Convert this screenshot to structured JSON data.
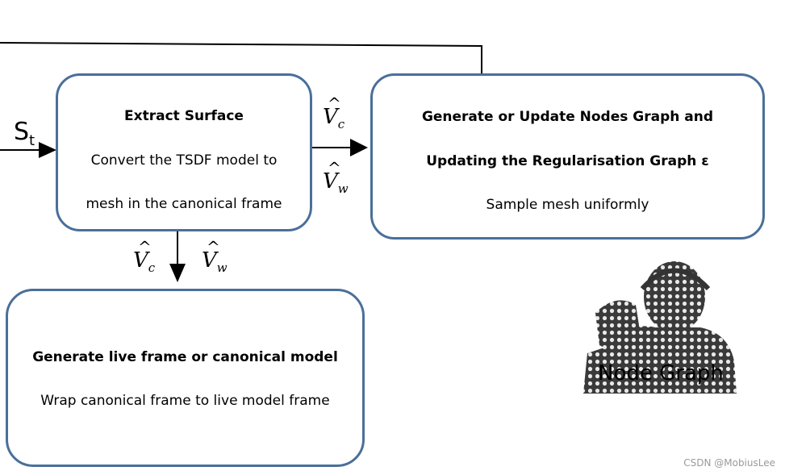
{
  "input_label": {
    "main": "S",
    "sub": "t"
  },
  "boxes": {
    "extract": {
      "title": "Extract Surface",
      "line1": "Convert the TSDF model to",
      "line2": "mesh in the canonical frame"
    },
    "nodes": {
      "title_line1": "Generate or Update Nodes Graph and",
      "title_line2": "Updating the Regularisation Graph ε",
      "line1": "Sample mesh uniformly"
    },
    "live": {
      "title": "Generate live frame or canonical model",
      "line1": "Wrap canonical frame to live model frame"
    }
  },
  "vars": {
    "vc": {
      "base": "V",
      "sub": "c"
    },
    "vw": {
      "base": "V",
      "sub": "w"
    }
  },
  "node_graph_label": "Node Graph",
  "watermark": "CSDN @MobiusLee",
  "colors": {
    "box_border": "#4a6f9a",
    "arrow": "#000000"
  }
}
